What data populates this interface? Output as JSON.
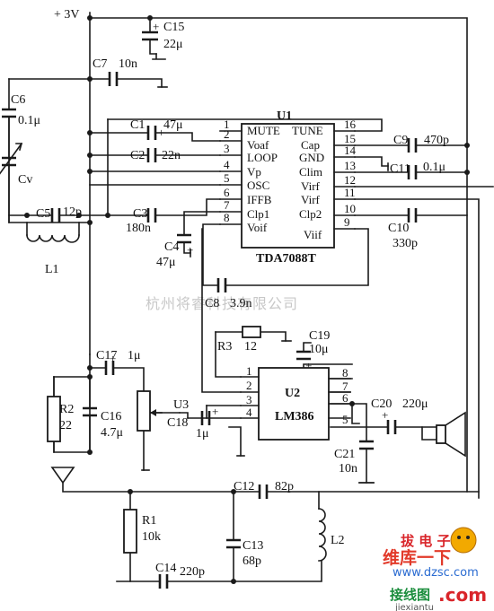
{
  "supply": {
    "label": "+ 3V"
  },
  "chips": {
    "u1": {
      "ref": "U1",
      "part": "TDA7088T",
      "left_pins": [
        {
          "num": "1",
          "name": "MUTE"
        },
        {
          "num": "2",
          "name": "Voaf"
        },
        {
          "num": "3",
          "name": "LOOP"
        },
        {
          "num": "4",
          "name": "Vp"
        },
        {
          "num": "5",
          "name": "OSC"
        },
        {
          "num": "6",
          "name": "IFFB"
        },
        {
          "num": "7",
          "name": "Clp1"
        },
        {
          "num": "8",
          "name": "Voif"
        }
      ],
      "right_pins": [
        {
          "num": "16",
          "name": "TUNE"
        },
        {
          "num": "15",
          "name": "Cap"
        },
        {
          "num": "14",
          "name": "GND"
        },
        {
          "num": "13",
          "name": "Clim"
        },
        {
          "num": "12",
          "name": "Virf"
        },
        {
          "num": "11",
          "name": "Virf"
        },
        {
          "num": "10",
          "name": "Clp2"
        },
        {
          "num": "9",
          "name": "Viif"
        }
      ]
    },
    "u2": {
      "ref": "U2",
      "part": "LM386",
      "left_pins": [
        "1",
        "2",
        "3",
        "4"
      ],
      "right_pins": [
        "8",
        "7",
        "6",
        "5"
      ]
    },
    "u3": {
      "ref": "U3"
    }
  },
  "components": {
    "c15": {
      "ref": "C15",
      "value": "22μ"
    },
    "c7": {
      "ref": "C7",
      "value": "10n"
    },
    "c6": {
      "ref": "C6",
      "value": "0.1μ"
    },
    "cv": {
      "ref": "Cv"
    },
    "c1": {
      "ref": "C1",
      "value": "47μ"
    },
    "c2": {
      "ref": "C2",
      "value": "22n"
    },
    "c3": {
      "ref": "C3",
      "value": "180n"
    },
    "c5": {
      "ref": "C5",
      "value": "12p"
    },
    "l1": {
      "ref": "L1"
    },
    "c4": {
      "ref": "C4",
      "value": "47μ"
    },
    "c8": {
      "ref": "C8",
      "value": "3.9n"
    },
    "c9": {
      "ref": "C9",
      "value": "470p"
    },
    "c11": {
      "ref": "C11",
      "value": "0.1μ"
    },
    "c10": {
      "ref": "C10",
      "value": "330p"
    },
    "r3": {
      "ref": "R3",
      "value": "12"
    },
    "c19": {
      "ref": "C19",
      "value": "10μ"
    },
    "c17": {
      "ref": "C17",
      "value": "1μ"
    },
    "r2": {
      "ref": "R2",
      "value": "22"
    },
    "c16": {
      "ref": "C16",
      "value": "4.7μ"
    },
    "c18": {
      "ref": "C18",
      "value": "1μ"
    },
    "c20": {
      "ref": "C20",
      "value": "220μ"
    },
    "c21": {
      "ref": "C21",
      "value": "10n"
    },
    "c12": {
      "ref": "C12",
      "value": "82p"
    },
    "r1": {
      "ref": "R1",
      "value": "10k"
    },
    "c13": {
      "ref": "C13",
      "value": "68p"
    },
    "l2": {
      "ref": "L2"
    },
    "c14": {
      "ref": "C14",
      "value": "220p"
    }
  },
  "watermark": {
    "text": "杭州将睿科技有限公司"
  },
  "site_logo": {
    "line1": "拔 电 子",
    "line2": "维库一下",
    "line3": "www.dzsc.com",
    "line4": "接线图",
    "line5": ".com",
    "line6": "jiexiantu"
  }
}
